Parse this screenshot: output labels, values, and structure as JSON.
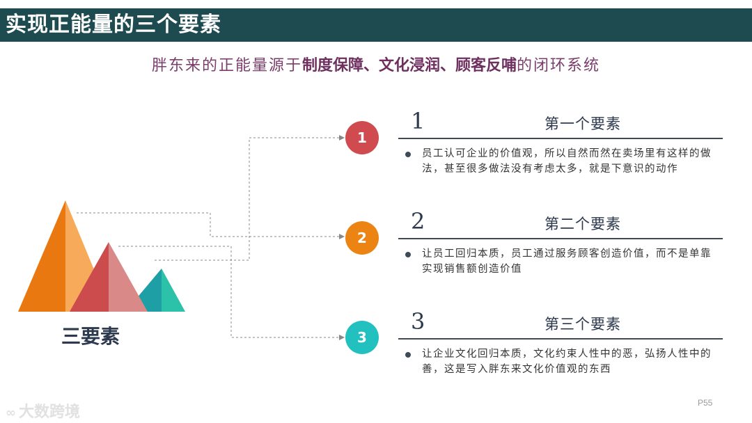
{
  "header": {
    "title": "实现正能量的三个要素"
  },
  "subtitle": {
    "prefix": "胖东来的正能量源于",
    "highlight": "制度保障、文化浸润、顾客反哺",
    "suffix": "的闭环系统"
  },
  "center_label": "三要素",
  "items": [
    {
      "badge": "1",
      "num": "1",
      "title": "第一个要素",
      "desc": "员工认可企业的价值观，所以自然而然在卖场里有这样的做法，甚至很多做法没有考虑太多，就是下意识的动作",
      "color": "#cf4b4f"
    },
    {
      "badge": "2",
      "num": "2",
      "title": "第二个要素",
      "desc": "让员工回归本质，员工通过服务顾客创造价值，而不是单靠实现销售额创造价值",
      "color": "#ec8413"
    },
    {
      "badge": "3",
      "num": "3",
      "title": "第三个要素",
      "desc": "让企业文化回归本质，文化约束人性中的恶，弘扬人性中的善，这是写入胖东来文化价值观的东西",
      "color": "#23c0c0"
    }
  ],
  "mountain_colors": [
    "#ec8413",
    "#cf4b4f",
    "#23c0c0"
  ],
  "footer": {
    "page": "P55",
    "watermark": "大数跨境"
  }
}
